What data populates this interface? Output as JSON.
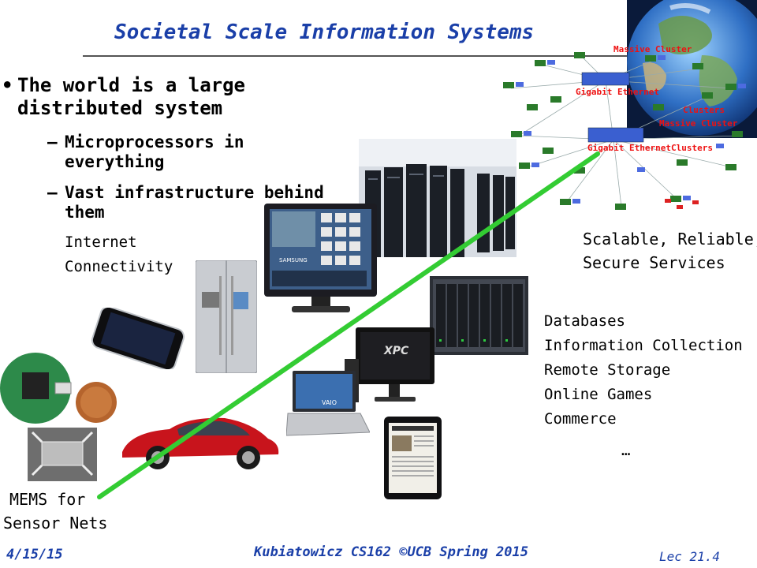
{
  "slide": {
    "title": "Societal Scale Information Systems",
    "bullet": "The world is a large distributed system",
    "subbullets": [
      "Microprocessors in everything",
      "Vast infrastructure behind them"
    ],
    "internet_label": [
      "Internet",
      "Connectivity"
    ],
    "services_label": [
      "Scalable, Reliable,",
      "Secure Services"
    ],
    "service_list": [
      "Databases",
      "Information Collection",
      "Remote Storage",
      "Online Games",
      "Commerce",
      "…"
    ],
    "mems_label": [
      "MEMS for",
      "Sensor Nets"
    ]
  },
  "network_labels": {
    "massive_cluster_top": "Massive Cluster",
    "gigabit_ethernet_top": "Gigabit Ethernet",
    "clusters_right": "Clusters",
    "massive_cluster_right": "Massive Cluster",
    "gigabit_ethernet_bottom": "Gigabit Ethernet",
    "clusters_bottom": "Clusters"
  },
  "device_text": {
    "tv_brand": "SAMSUNG",
    "desktop_brand": "XPC",
    "laptop_brand": "VAIO"
  },
  "footer": {
    "date": "4/15/15",
    "course": "Kubiatowicz CS162 ©UCB Spring 2015",
    "lecture": "Lec 21.4"
  },
  "colors": {
    "title": "#1a3fa8",
    "green_line": "#33cc33",
    "network_label": "#ee1111"
  }
}
